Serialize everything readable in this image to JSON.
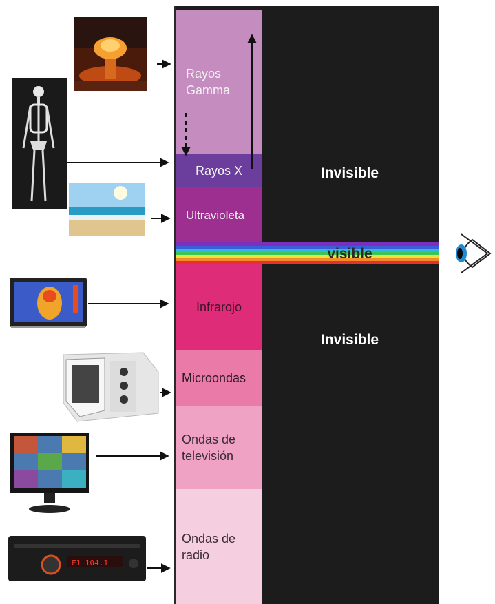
{
  "bands": [
    {
      "id": "gamma",
      "label": "Rayos Gamma",
      "color": "#c58cc0"
    },
    {
      "id": "xray",
      "label": "Rayos X",
      "color": "#6b3d9c"
    },
    {
      "id": "uv",
      "label": "Ultravioleta",
      "color": "#9c2f8f"
    },
    {
      "id": "ir",
      "label": "Infrarojo",
      "color": "#de2c79"
    },
    {
      "id": "micro",
      "label": "Microondas",
      "color": "#ea7aa8"
    },
    {
      "id": "tv",
      "label": "Ondas de televisión",
      "color": "#efa2c4"
    },
    {
      "id": "radio",
      "label": "Ondas de radio",
      "color": "#f5cfe0"
    }
  ],
  "labels": {
    "invisible_top": "Invisible",
    "invisible_bottom": "Invisible",
    "visible": "visible"
  },
  "spectrum_stripes": [
    "#7a2fbf",
    "#3b5fd6",
    "#2fb8e0",
    "#3cc455",
    "#e7e33a",
    "#f28c2a",
    "#e5302c"
  ],
  "icons": {
    "explosion": "nuclear-explosion-image",
    "skeleton": "xray-skeleton-image",
    "beach": "sunny-beach-image",
    "thermal": "thermal-camera-image",
    "microwave": "microwave-oven-image",
    "tv": "television-image",
    "radio": "car-radio-image",
    "eye": "eye-icon"
  }
}
